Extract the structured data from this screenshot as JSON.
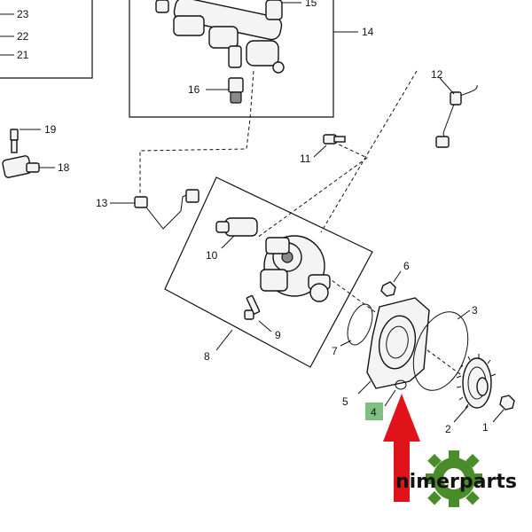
{
  "diagram": {
    "callouts": {
      "c1": "1",
      "c2": "2",
      "c3": "3",
      "c4": "4",
      "c5": "5",
      "c6": "6",
      "c7": "7",
      "c8": "8",
      "c9": "9",
      "c10": "10",
      "c11": "11",
      "c12": "12",
      "c13": "13",
      "c14": "14",
      "c15": "15",
      "c16": "16",
      "c18": "18",
      "c19": "19",
      "c21": "21",
      "c22": "22",
      "c23": "23"
    },
    "highlight_color": "#7fbf7f",
    "arrow_color": "#e0121a"
  },
  "brand": {
    "name": "nimerparts",
    "logo_color": "#4a8c2a"
  }
}
